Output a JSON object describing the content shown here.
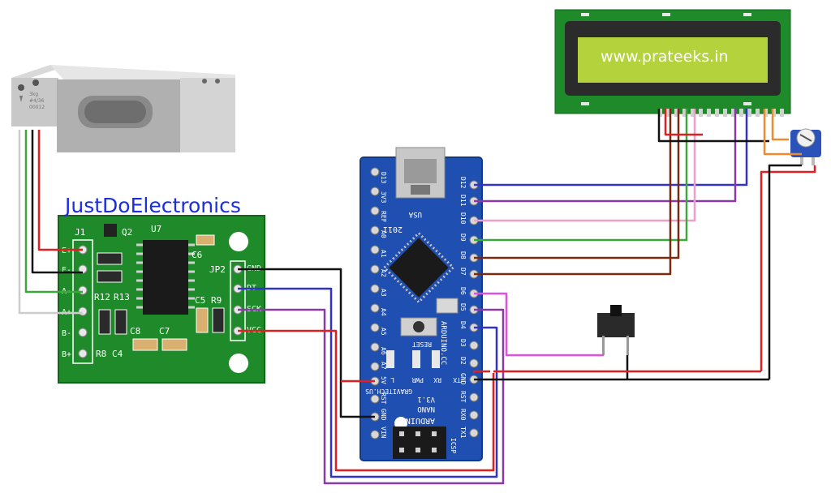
{
  "header": {
    "brand": "JustDoElectronics"
  },
  "lcd": {
    "text": "www.prateeks.in"
  },
  "load_cell": {
    "marks": [
      "3kg",
      "#4/36",
      "00012"
    ]
  },
  "hx711": {
    "refs": {
      "j1": "J1",
      "q2": "Q2",
      "u7": "U7",
      "c6": "C6",
      "jp2": "JP2",
      "r12": "R12",
      "r13": "R13",
      "c5": "C5",
      "r9": "R9",
      "c8": "C8",
      "c7": "C7",
      "r8": "R8",
      "c4": "C4"
    },
    "left_pins": [
      "E+",
      "E-",
      "A-",
      "A+",
      "B-",
      "B+"
    ],
    "right_pins": [
      "GND",
      "DT",
      "SCK",
      "VCC"
    ]
  },
  "nano": {
    "usb_label": "USA",
    "year": "2011",
    "reset_label": "RESET",
    "brand_lines": [
      "ARDUINO.CC",
      "GRAVITECH.US",
      "ARDUINO",
      "NANO",
      "V3.1"
    ],
    "led_labels": [
      "L",
      "PWR",
      "RX",
      "TX"
    ],
    "icsp_label": "ICSP",
    "left_pins": [
      "D13",
      "3V3",
      "REF",
      "A0",
      "A1",
      "A2",
      "A3",
      "A4",
      "A5",
      "A6",
      "A7",
      "5V",
      "RST",
      "GND",
      "VIN"
    ],
    "right_pins": [
      "D12",
      "D11",
      "D10",
      "D9",
      "D8",
      "D7",
      "D6",
      "D5",
      "D4",
      "D3",
      "D2",
      "GND",
      "RST",
      "RX0",
      "TX1"
    ]
  },
  "colors": {
    "red": "#e02020",
    "black": "#111111",
    "blue": "#3232c8",
    "purple": "#8a3aa8",
    "pink": "#f0a0c8",
    "green": "#3aa83a",
    "brown": "#7a2a10",
    "orange": "#f08a30",
    "magenta": "#e050e0",
    "white_wire": "#cccccc",
    "pcb_green": "#1f8a2a",
    "nano_blue": "#1f4fb0",
    "lcd_screen": "#b4d23c"
  }
}
